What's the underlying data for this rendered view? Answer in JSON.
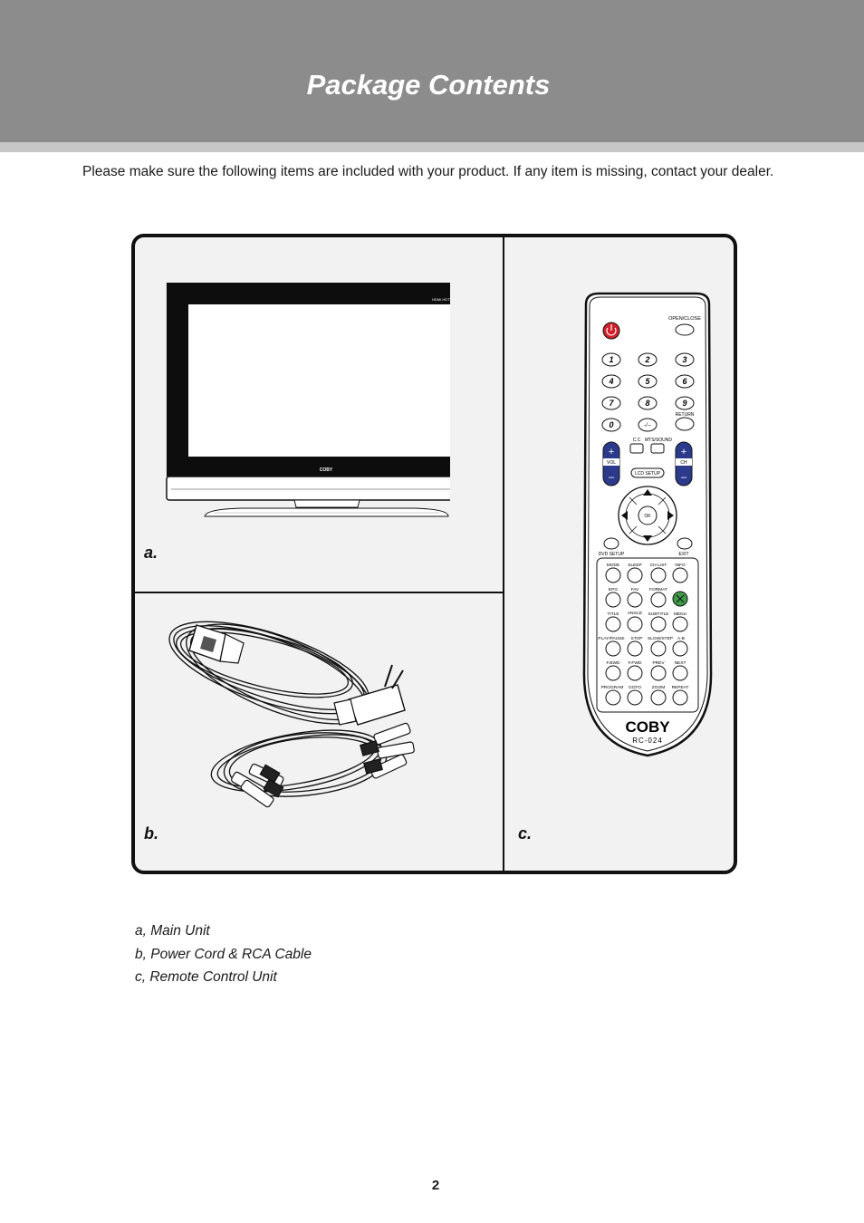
{
  "page": {
    "title": "Package Contents",
    "intro": "Please make sure the following items are included with your product. If any item is missing, contact your dealer.",
    "page_number": "2"
  },
  "panels": {
    "a_label": "a.",
    "b_label": "b.",
    "c_label": "c."
  },
  "tv": {
    "brand": "COBY"
  },
  "remote": {
    "brand": "COBY",
    "model": "RC-024",
    "open_close": "OPEN/CLOSE",
    "digits": [
      "1",
      "2",
      "3",
      "4",
      "5",
      "6",
      "7",
      "8",
      "9",
      "0"
    ],
    "dash_key": "-/--",
    "return": "RETURN",
    "cc": "C.C",
    "mts_sound": "MTS/SOUND",
    "vol": "VOL",
    "ch": "CH",
    "lcd_setup": "LCD SETUP",
    "ok": "OK",
    "dvd_setup": "DVD SETUP",
    "exit": "EXIT",
    "row1": [
      "MODE",
      "SLEEP",
      "CH-LIST",
      "INFO"
    ],
    "row2": [
      "EPG",
      "FAV",
      "FORMAT"
    ],
    "row3": [
      "TITLE",
      "ANGLE",
      "SUBTITLE",
      "MENU"
    ],
    "row4": [
      "PLAY/PAUSE",
      "STOP",
      "SLOW/STEP",
      "A-B"
    ],
    "row5": [
      "F.BWD",
      "F.FWD",
      "PREV",
      "NEXT"
    ],
    "row6": [
      "PROGRAM",
      "GOTO",
      "ZOOM",
      "REPEAT"
    ],
    "colors": {
      "power": "#d3202a",
      "blue": "#2c3a8c",
      "mute": "#3f9a4a"
    }
  },
  "captions": [
    "a, Main Unit",
    "b, Power Cord & RCA Cable",
    "c, Remote Control Unit"
  ]
}
